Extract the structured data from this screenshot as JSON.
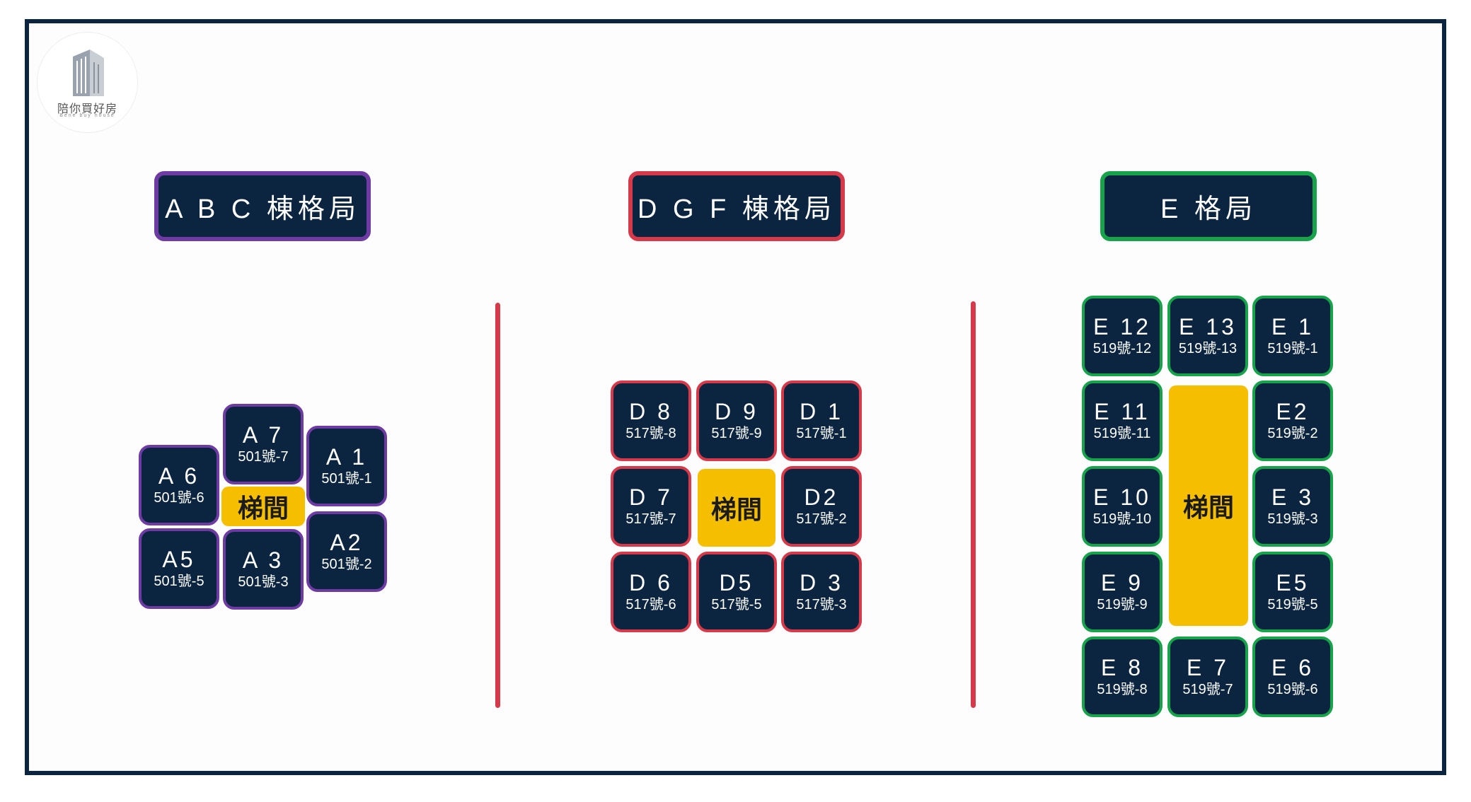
{
  "logo": {
    "name": "陪你買好房",
    "subtitle": "Bene buy house"
  },
  "sections": [
    {
      "title": "A B C 棟格局",
      "stair_label": "梯間",
      "units": [
        {
          "name": "A 7",
          "number": "501號-7"
        },
        {
          "name": "A 6",
          "number": "501號-6"
        },
        {
          "name": "A 1",
          "number": "501號-1"
        },
        {
          "name": "A5",
          "number": "501號-5"
        },
        {
          "name": "A 3",
          "number": "501號-3"
        },
        {
          "name": "A2",
          "number": "501號-2"
        }
      ]
    },
    {
      "title": "D G F 棟格局",
      "stair_label": "梯間",
      "units": [
        {
          "name": "D 8",
          "number": "517號-8"
        },
        {
          "name": "D 9",
          "number": "517號-9"
        },
        {
          "name": "D 1",
          "number": "517號-1"
        },
        {
          "name": "D 7",
          "number": "517號-7"
        },
        {
          "name": "D2",
          "number": "517號-2"
        },
        {
          "name": "D 6",
          "number": "517號-6"
        },
        {
          "name": "D5",
          "number": "517號-5"
        },
        {
          "name": "D 3",
          "number": "517號-3"
        }
      ]
    },
    {
      "title": "E 格局",
      "stair_label": "梯間",
      "units": [
        {
          "name": "E 12",
          "number": "519號-12"
        },
        {
          "name": "E 13",
          "number": "519號-13"
        },
        {
          "name": "E 1",
          "number": "519號-1"
        },
        {
          "name": "E 11",
          "number": "519號-11"
        },
        {
          "name": "E2",
          "number": "519號-2"
        },
        {
          "name": "E 10",
          "number": "519號-10"
        },
        {
          "name": "E 3",
          "number": "519號-3"
        },
        {
          "name": "E 9",
          "number": "519號-9"
        },
        {
          "name": "E5",
          "number": "519號-5"
        },
        {
          "name": "E 8",
          "number": "519號-8"
        },
        {
          "name": "E 7",
          "number": "519號-7"
        },
        {
          "name": "E 6",
          "number": "519號-6"
        }
      ]
    }
  ],
  "colors": {
    "navy": "#0b2540",
    "abc_border": "#6e3aa3",
    "dgf_border": "#d63a4a",
    "e_border": "#17a34a",
    "stair": "#f5bf00",
    "divider": "#d63a4a"
  }
}
